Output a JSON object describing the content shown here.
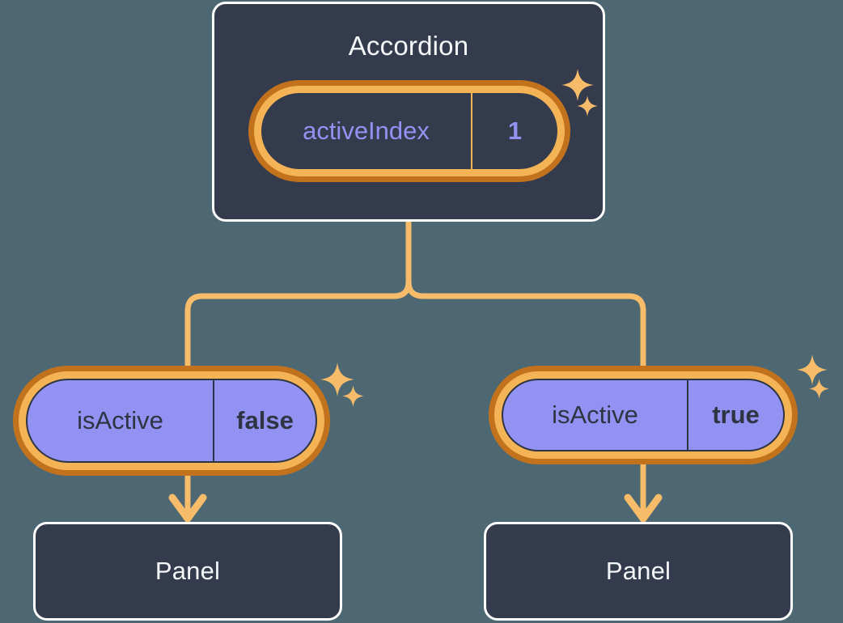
{
  "background_color": "#4d6872",
  "palette": {
    "card_bg": "#343b4c",
    "card_border": "#ffffff",
    "ring_outer": "#c2711c",
    "ring_inner": "#f4b456",
    "wire": "#f7bc6a",
    "pill_fill": "#9292f2",
    "accent_text": "#9292f2",
    "dark_text": "#2f3443",
    "light_text": "#f4f6f8"
  },
  "diagram": {
    "type": "component-tree",
    "root": {
      "title": "Accordion",
      "state": {
        "key": "activeIndex",
        "value": "1"
      },
      "sparkle": "sparkle-icon"
    },
    "children": [
      {
        "prop": {
          "key": "isActive",
          "value": "false"
        },
        "child_title": "Panel",
        "sparkle": "sparkle-icon"
      },
      {
        "prop": {
          "key": "isActive",
          "value": "true"
        },
        "child_title": "Panel",
        "sparkle": "sparkle-icon"
      }
    ]
  }
}
